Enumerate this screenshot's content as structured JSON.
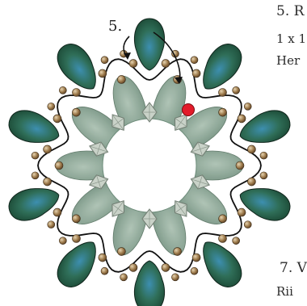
{
  "diagram": {
    "step_label": "5.",
    "highlight_color": "#e21b2a",
    "petal_color": "#2f6e58",
    "inner_leaf_color": "#7f9c8a",
    "thread_color": "#111111",
    "seed_bead_color": "#8c6a3f",
    "crystal_color": "#c9d2c8"
  },
  "instructions": {
    "step5_head": "5. R",
    "step5_line2": "1 x 1",
    "step5_line3": "Her",
    "step7_head": "7. V",
    "step7_line2": "Rii"
  }
}
